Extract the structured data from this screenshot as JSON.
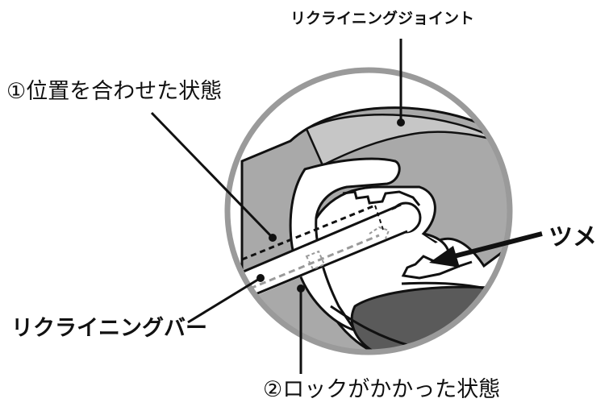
{
  "labels": {
    "recliner_joint": "リクライニングジョイント",
    "aligned_state": "①位置を合わせた状態",
    "recliner_bar": "リクライニングバー",
    "pawl": "ツメ",
    "locked_state": "②ロックがかかった状態"
  },
  "colors": {
    "circle_outline": "#9a9a9a",
    "joint_fill": "#a9a9a9",
    "inner_plate_fill": "#c6c6c6",
    "seat_shadow": "#5a5a5a",
    "line": "#111111",
    "background": "#ffffff"
  }
}
